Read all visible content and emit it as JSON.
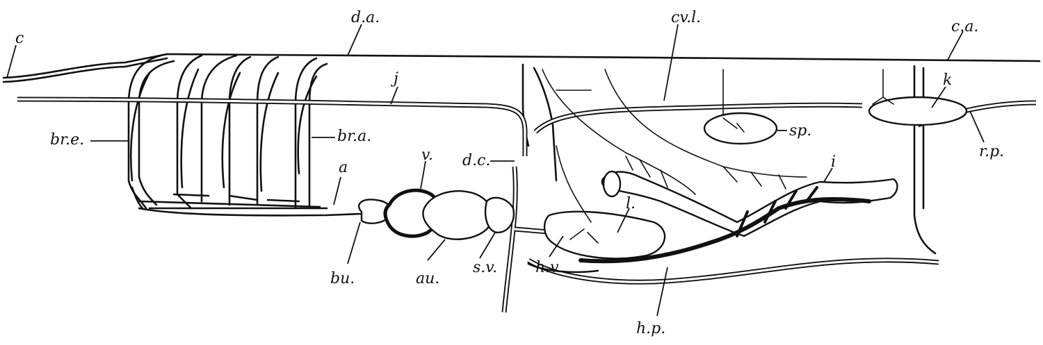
{
  "diagram": {
    "labels": {
      "c": "c",
      "da": "d.a.",
      "cvl": "cv.l.",
      "ca": "c.a.",
      "j": "j",
      "k": "k",
      "bre": "br.e.",
      "bra": "br.a.",
      "sp": "sp.",
      "rp": "r.p.",
      "a": "a",
      "v": "v.",
      "dc": "d.c.",
      "i": "i",
      "l": "l.",
      "bu": "bu.",
      "au": "au.",
      "sv": "s.v.",
      "hv": "h.v.",
      "hp": "h.p."
    }
  }
}
